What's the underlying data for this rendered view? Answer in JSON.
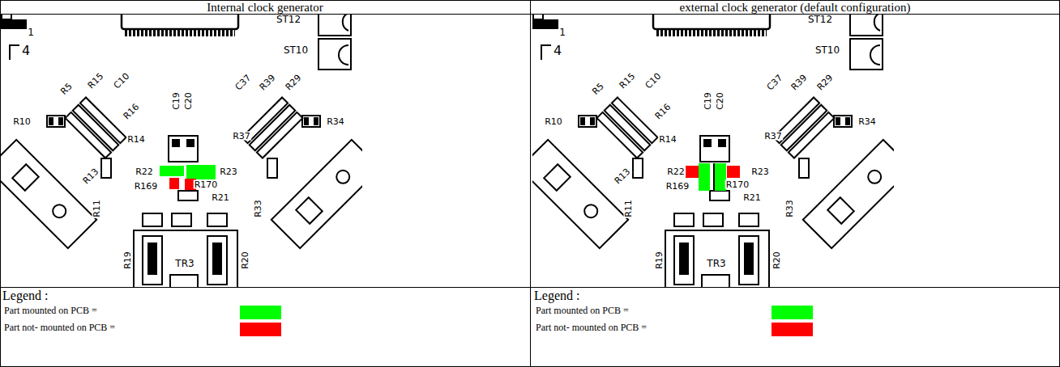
{
  "diagram": {
    "labels": [
      "Internal clock generator",
      "external clock generator (default configuration)",
      "1",
      "4",
      "ST12",
      "ST10",
      "R5",
      "R15",
      "C10",
      "R10",
      "R16",
      "R14",
      "R13",
      "C37",
      "R39",
      "R29",
      "R37",
      "R34",
      "C19",
      "C20",
      "R22",
      "R23",
      "R169",
      "R170",
      "R21",
      "R11",
      "R33",
      "R19",
      "TR3",
      "R20",
      "1",
      "4",
      "ST12",
      "ST10",
      "R5",
      "R15",
      "C10",
      "R10",
      "R16",
      "R14",
      "R13",
      "C37",
      "R39",
      "R29",
      "R37",
      "R34",
      "C19",
      "C20",
      "R22",
      "R23",
      "R169",
      "R170",
      "R21",
      "R11",
      "R33",
      "R19",
      "TR3",
      "R20",
      "Legend :",
      "Legend :"
    ],
    "legend": [
      {
        "text": "Part mounted on PCB =",
        "color": "#00ff00"
      },
      {
        "text": "Part not- mounted on PCB =",
        "color": "#ff0000"
      },
      {
        "text": "Part mounted on PCB =",
        "color": "#00ff00"
      },
      {
        "text": "Part not- mounted on PCB =",
        "color": "#ff0000"
      }
    ]
  }
}
